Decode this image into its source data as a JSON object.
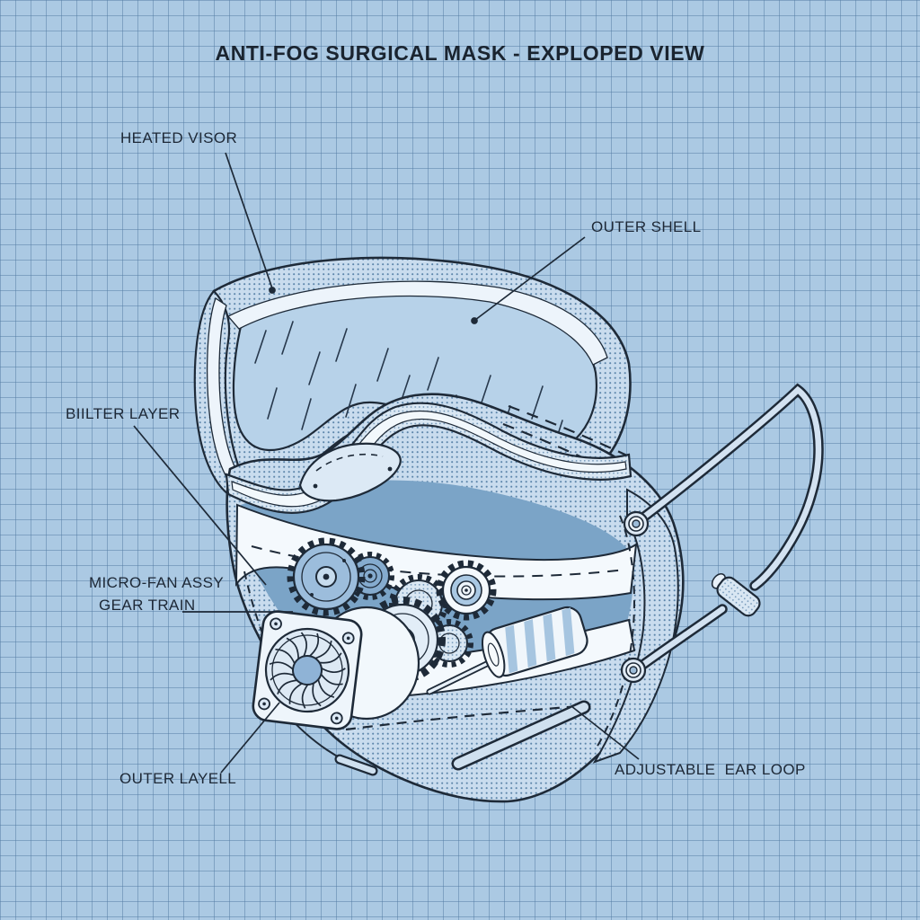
{
  "title": "ANTI-FOG SURGICAL MASK - EXPLOPED VIEW",
  "labels": {
    "heated_visor": "HEATED VISOR",
    "outer_shell": "OUTER SHELL",
    "filter_layer": "BIILTER LAYER",
    "micro_fan_assy": "MICRO-FAN ASSY",
    "gear_train": "GEAR TRAIN",
    "outer_layer": "OUTER LAYELL",
    "ear_loop": "ADJUSTABLE  EAR LOOP"
  },
  "style": {
    "background": "#abc9e3",
    "grid_line": "#6f99bf",
    "ink": "#1e2a38",
    "paper_light": "#edf4fb",
    "halftone_base": "#c9dcee",
    "halftone_dot": "#5d86ab",
    "interior_blue": "#7ba4c7",
    "lens_blue": "#b7d2e9"
  }
}
